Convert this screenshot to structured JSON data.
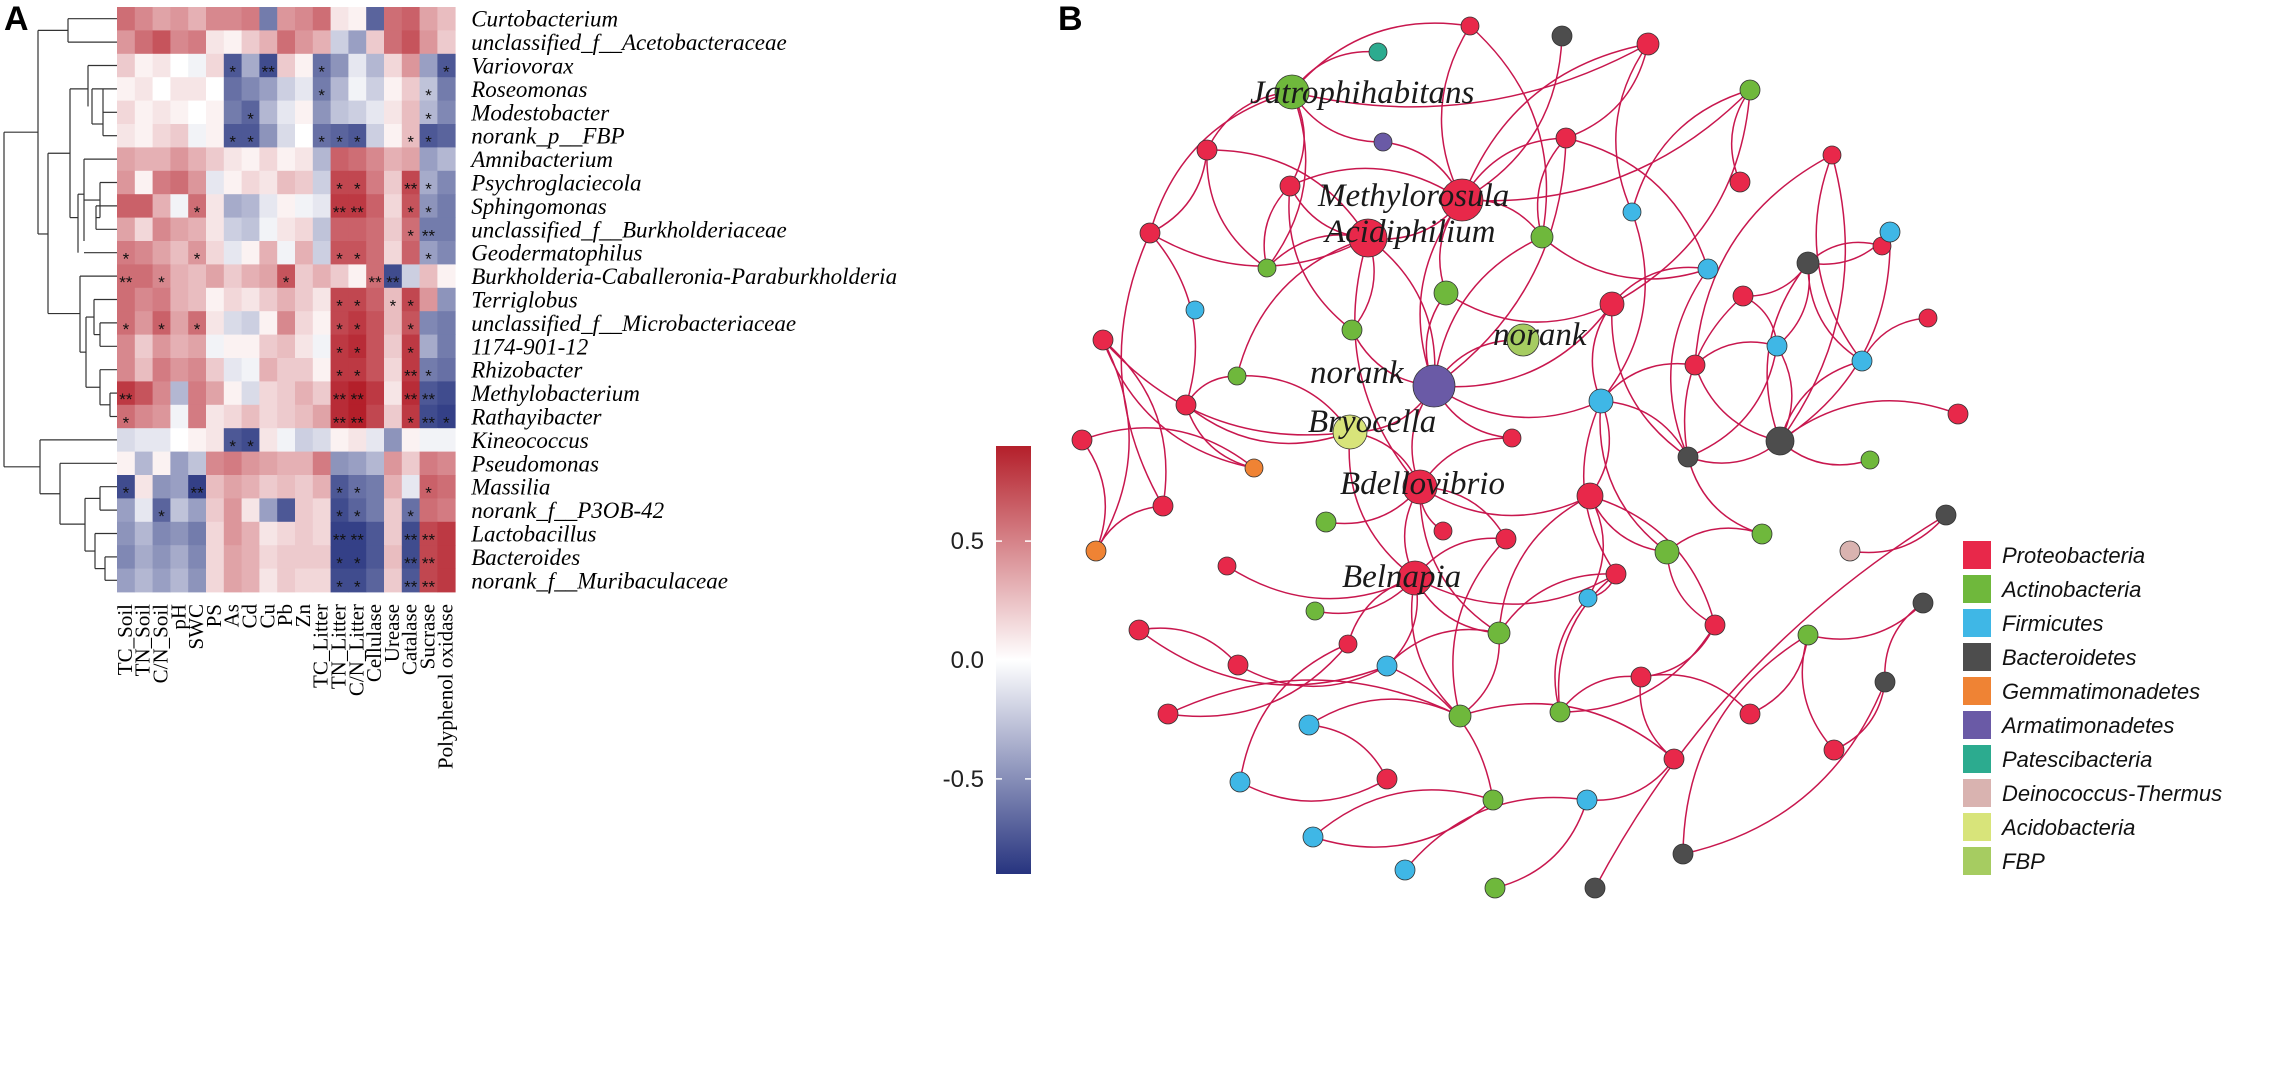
{
  "panels": {
    "a": "A",
    "b": "B"
  },
  "heatmap": {
    "rows": [
      "Curtobacterium",
      "unclassified_f__Acetobacteraceae",
      "Variovorax",
      "Roseomonas",
      "Modestobacter",
      "norank_p__FBP",
      "Amnibacterium",
      "Psychroglaciecola",
      "Sphingomonas",
      "unclassified_f__Burkholderiaceae",
      "Geodermatophilus",
      "Burkholderia-Caballeronia-Paraburkholderia",
      "Terriglobus",
      "unclassified_f__Microbacteriaceae",
      "1174-901-12",
      "Rhizobacter",
      "Methylobacterium",
      "Rathayibacter",
      "Kineococcus",
      "Pseudomonas",
      "Massilia",
      "norank_f__P3OB-42",
      "Lactobacillus",
      "Bacteroides",
      "norank_f__Muribaculaceae"
    ],
    "columns": [
      "TC_Soil",
      "TN_Soil",
      "C/N_Soil",
      "pH",
      "SWC",
      "PS",
      "As",
      "Cd",
      "Cu",
      "Pb",
      "Zn",
      "TC_Litter",
      "TN_Litter",
      "C/N_Litter",
      "Cellulase",
      "Urease",
      "Catalase",
      "Sucrase",
      "Polyphenol oxidase"
    ],
    "values": [
      [
        0.55,
        0.45,
        0.35,
        0.4,
        0.3,
        0.45,
        0.45,
        0.5,
        -0.55,
        0.4,
        0.45,
        0.55,
        0.1,
        0.05,
        -0.65,
        0.55,
        0.6,
        0.35,
        0.25
      ],
      [
        0.4,
        0.55,
        0.65,
        0.45,
        0.5,
        0.1,
        0.05,
        0.2,
        0.3,
        0.55,
        0.4,
        0.3,
        -0.2,
        -0.4,
        0.2,
        0.55,
        0.65,
        0.4,
        0.2
      ],
      [
        0.2,
        0.05,
        0.1,
        0.0,
        -0.05,
        0.15,
        -0.7,
        -0.35,
        -0.75,
        0.2,
        0.05,
        -0.6,
        -0.45,
        -0.1,
        -0.3,
        0.15,
        0.4,
        -0.4,
        -0.7
      ],
      [
        0.05,
        0.1,
        0.0,
        0.1,
        0.1,
        0.0,
        -0.6,
        -0.5,
        -0.4,
        -0.2,
        -0.1,
        -0.55,
        -0.3,
        -0.05,
        -0.2,
        0.05,
        0.2,
        -0.25,
        -0.55
      ],
      [
        0.15,
        0.05,
        0.1,
        0.05,
        0.0,
        0.05,
        -0.55,
        -0.65,
        -0.3,
        -0.1,
        0.05,
        -0.45,
        -0.25,
        -0.2,
        -0.1,
        0.1,
        0.25,
        -0.3,
        -0.5
      ],
      [
        0.1,
        0.05,
        0.15,
        0.2,
        -0.05,
        0.05,
        -0.7,
        -0.7,
        -0.45,
        -0.15,
        0.0,
        -0.6,
        -0.65,
        -0.7,
        -0.2,
        0.05,
        0.25,
        -0.7,
        -0.65
      ],
      [
        0.35,
        0.3,
        0.3,
        0.4,
        0.3,
        0.2,
        0.1,
        0.05,
        0.15,
        0.05,
        0.1,
        -0.3,
        0.6,
        0.55,
        0.45,
        0.3,
        0.35,
        -0.4,
        -0.3
      ],
      [
        0.4,
        0.05,
        0.5,
        0.55,
        0.4,
        -0.1,
        0.05,
        0.15,
        0.1,
        0.25,
        0.2,
        -0.2,
        0.7,
        0.7,
        0.5,
        0.2,
        0.7,
        -0.35,
        -0.5
      ],
      [
        0.6,
        0.6,
        0.3,
        -0.05,
        0.55,
        0.1,
        -0.35,
        -0.3,
        -0.1,
        0.05,
        -0.05,
        -0.1,
        0.75,
        0.75,
        0.6,
        0.15,
        0.65,
        -0.45,
        -0.55
      ],
      [
        0.35,
        0.15,
        0.45,
        0.35,
        0.3,
        0.1,
        -0.2,
        -0.25,
        -0.05,
        0.1,
        0.15,
        -0.25,
        0.6,
        0.6,
        0.55,
        0.2,
        0.55,
        -0.55,
        -0.55
      ],
      [
        0.5,
        0.45,
        0.35,
        0.25,
        0.4,
        0.15,
        -0.1,
        0.05,
        0.3,
        -0.05,
        0.3,
        -0.2,
        0.65,
        0.65,
        0.55,
        0.15,
        0.6,
        -0.4,
        -0.5
      ],
      [
        0.55,
        0.55,
        0.45,
        0.3,
        0.25,
        0.35,
        0.2,
        0.3,
        0.35,
        0.65,
        0.2,
        0.3,
        0.2,
        0.05,
        0.55,
        -0.75,
        -0.2,
        0.25,
        0.05
      ],
      [
        0.55,
        0.45,
        0.5,
        0.3,
        0.25,
        0.05,
        0.15,
        0.1,
        0.2,
        0.3,
        0.2,
        0.1,
        0.7,
        0.7,
        0.6,
        0.25,
        0.7,
        0.4,
        -0.45
      ],
      [
        0.55,
        0.4,
        0.6,
        0.35,
        0.55,
        0.1,
        -0.15,
        -0.2,
        0.05,
        0.45,
        0.15,
        0.05,
        0.7,
        0.75,
        0.65,
        0.25,
        0.65,
        -0.5,
        -0.55
      ],
      [
        0.45,
        0.2,
        0.4,
        0.3,
        0.35,
        -0.05,
        0.05,
        0.05,
        0.2,
        0.25,
        0.1,
        -0.05,
        0.75,
        0.8,
        0.65,
        0.2,
        0.75,
        -0.35,
        -0.55
      ],
      [
        0.45,
        0.25,
        0.5,
        0.4,
        0.45,
        0.2,
        -0.1,
        -0.05,
        0.3,
        0.2,
        0.2,
        0.05,
        0.75,
        0.75,
        0.65,
        0.15,
        0.75,
        -0.55,
        -0.6
      ],
      [
        0.75,
        0.65,
        0.45,
        -0.3,
        0.5,
        0.35,
        0.05,
        -0.15,
        0.15,
        0.2,
        0.3,
        0.2,
        0.8,
        0.85,
        0.75,
        0.1,
        0.8,
        -0.7,
        -0.75
      ],
      [
        0.55,
        0.45,
        0.4,
        -0.05,
        0.5,
        0.1,
        0.15,
        0.25,
        0.15,
        0.2,
        0.25,
        0.35,
        0.8,
        0.85,
        0.7,
        0.2,
        0.75,
        -0.75,
        -0.8
      ],
      [
        -0.15,
        -0.1,
        -0.1,
        0.0,
        0.05,
        0.1,
        -0.7,
        -0.75,
        0.1,
        -0.05,
        -0.2,
        -0.15,
        0.05,
        0.1,
        -0.1,
        -0.45,
        0.05,
        -0.05,
        -0.05
      ],
      [
        0.05,
        -0.3,
        0.05,
        -0.4,
        -0.25,
        0.45,
        0.5,
        0.4,
        0.35,
        0.3,
        0.3,
        0.5,
        -0.45,
        -0.4,
        -0.3,
        0.4,
        0.2,
        0.5,
        0.45
      ],
      [
        -0.75,
        0.1,
        -0.45,
        -0.4,
        -0.8,
        0.25,
        0.35,
        0.3,
        0.2,
        0.25,
        0.2,
        0.3,
        -0.7,
        -0.6,
        -0.55,
        0.3,
        -0.1,
        0.6,
        0.55
      ],
      [
        -0.4,
        -0.1,
        -0.65,
        -0.25,
        -0.4,
        0.2,
        0.4,
        0.1,
        -0.4,
        -0.7,
        0.2,
        0.15,
        -0.75,
        -0.65,
        -0.55,
        0.2,
        -0.6,
        0.55,
        0.5
      ],
      [
        -0.45,
        -0.3,
        -0.5,
        -0.45,
        -0.55,
        0.15,
        0.4,
        0.3,
        0.1,
        0.15,
        0.2,
        0.15,
        -0.8,
        -0.8,
        -0.7,
        0.2,
        -0.75,
        0.7,
        0.75
      ],
      [
        -0.5,
        -0.35,
        -0.45,
        -0.35,
        -0.5,
        0.15,
        0.35,
        0.3,
        0.15,
        0.2,
        0.2,
        0.2,
        -0.8,
        -0.8,
        -0.7,
        0.25,
        -0.75,
        0.7,
        0.75
      ],
      [
        -0.4,
        -0.3,
        -0.4,
        -0.3,
        -0.45,
        0.15,
        0.35,
        0.3,
        0.1,
        0.2,
        0.15,
        0.15,
        -0.75,
        -0.75,
        -0.65,
        0.2,
        -0.7,
        0.7,
        0.75
      ]
    ],
    "stars": [
      [],
      [],
      [
        [
          6,
          "*"
        ],
        [
          8,
          "**"
        ],
        [
          11,
          "*"
        ],
        [
          18,
          "*"
        ]
      ],
      [
        [
          11,
          "*"
        ],
        [
          17,
          "*"
        ]
      ],
      [
        [
          7,
          "*"
        ],
        [
          17,
          "*"
        ]
      ],
      [
        [
          6,
          "*"
        ],
        [
          7,
          "*"
        ],
        [
          11,
          "*"
        ],
        [
          12,
          "*"
        ],
        [
          13,
          "*"
        ],
        [
          16,
          "*"
        ],
        [
          17,
          "*"
        ]
      ],
      [],
      [
        [
          12,
          "*"
        ],
        [
          13,
          "*"
        ],
        [
          16,
          "**"
        ],
        [
          17,
          "*"
        ]
      ],
      [
        [
          4,
          "*"
        ],
        [
          12,
          "**"
        ],
        [
          13,
          "**"
        ],
        [
          16,
          "*"
        ],
        [
          17,
          "*"
        ]
      ],
      [
        [
          16,
          "*"
        ],
        [
          17,
          "**"
        ]
      ],
      [
        [
          0,
          "*"
        ],
        [
          4,
          "*"
        ],
        [
          12,
          "*"
        ],
        [
          13,
          "*"
        ],
        [
          17,
          "*"
        ]
      ],
      [
        [
          0,
          "**"
        ],
        [
          2,
          "*"
        ],
        [
          9,
          "*"
        ],
        [
          14,
          "**"
        ],
        [
          15,
          "**"
        ]
      ],
      [
        [
          12,
          "*"
        ],
        [
          13,
          "*"
        ],
        [
          15,
          "*"
        ],
        [
          16,
          "*"
        ]
      ],
      [
        [
          0,
          "*"
        ],
        [
          2,
          "*"
        ],
        [
          4,
          "*"
        ],
        [
          12,
          "*"
        ],
        [
          13,
          "*"
        ],
        [
          16,
          "*"
        ]
      ],
      [
        [
          12,
          "*"
        ],
        [
          13,
          "*"
        ],
        [
          16,
          "*"
        ]
      ],
      [
        [
          12,
          "*"
        ],
        [
          13,
          "*"
        ],
        [
          16,
          "**"
        ],
        [
          17,
          "*"
        ]
      ],
      [
        [
          0,
          "**"
        ],
        [
          12,
          "**"
        ],
        [
          13,
          "**"
        ],
        [
          16,
          "**"
        ],
        [
          17,
          "**"
        ]
      ],
      [
        [
          0,
          "*"
        ],
        [
          12,
          "**"
        ],
        [
          13,
          "**"
        ],
        [
          16,
          "*"
        ],
        [
          17,
          "**"
        ],
        [
          18,
          "*"
        ]
      ],
      [
        [
          6,
          "*"
        ],
        [
          7,
          "*"
        ]
      ],
      [],
      [
        [
          0,
          "*"
        ],
        [
          4,
          "**"
        ],
        [
          12,
          "*"
        ],
        [
          13,
          "*"
        ],
        [
          17,
          "*"
        ]
      ],
      [
        [
          2,
          "*"
        ],
        [
          12,
          "*"
        ],
        [
          13,
          "*"
        ],
        [
          16,
          "*"
        ]
      ],
      [
        [
          12,
          "**"
        ],
        [
          13,
          "**"
        ],
        [
          16,
          "**"
        ],
        [
          17,
          "**"
        ]
      ],
      [
        [
          12,
          "*"
        ],
        [
          13,
          "*"
        ],
        [
          16,
          "**"
        ],
        [
          17,
          "**"
        ]
      ],
      [
        [
          12,
          "*"
        ],
        [
          13,
          "*"
        ],
        [
          16,
          "**"
        ],
        [
          17,
          "**"
        ]
      ]
    ],
    "colorbar": {
      "ticks": [
        0.5,
        0.0,
        -0.5
      ],
      "tick_labels": [
        "0.5",
        "0.0",
        "-0.5"
      ],
      "range": [
        -0.9,
        0.9
      ],
      "colors": {
        "low": "#27347f",
        "mid": "#ffffff",
        "high": "#b41f2a"
      }
    }
  },
  "network": {
    "labels": {
      "jatrophihabitans": "Jatrophihabitans",
      "methylorosula": "Methylorosula",
      "acidiphilium": "Acidiphilium",
      "norank_right": "norank",
      "norank_left": "norank",
      "bryocella": "Bryocella",
      "bdellovibrio": "Bdellovibrio",
      "belnapia": "Belnapia"
    },
    "edge_color": "#c8174e"
  },
  "legend": {
    "items": [
      {
        "label": "Proteobacteria",
        "color": "#e8284a"
      },
      {
        "label": "Actinobacteria",
        "color": "#6fb83c"
      },
      {
        "label": "Firmicutes",
        "color": "#3fb7e6"
      },
      {
        "label": "Bacteroidetes",
        "color": "#4d4d4d"
      },
      {
        "label": "Gemmatimonadetes",
        "color": "#ef8334"
      },
      {
        "label": "Armatimonadetes",
        "color": "#6a5aa6"
      },
      {
        "label": "Patescibacteria",
        "color": "#2cab8f"
      },
      {
        "label": "Deinococcus-Thermus",
        "color": "#d9b3b0"
      },
      {
        "label": "Acidobacteria",
        "color": "#d8e47a"
      },
      {
        "label": "FBP",
        "color": "#a6cc61"
      }
    ]
  }
}
